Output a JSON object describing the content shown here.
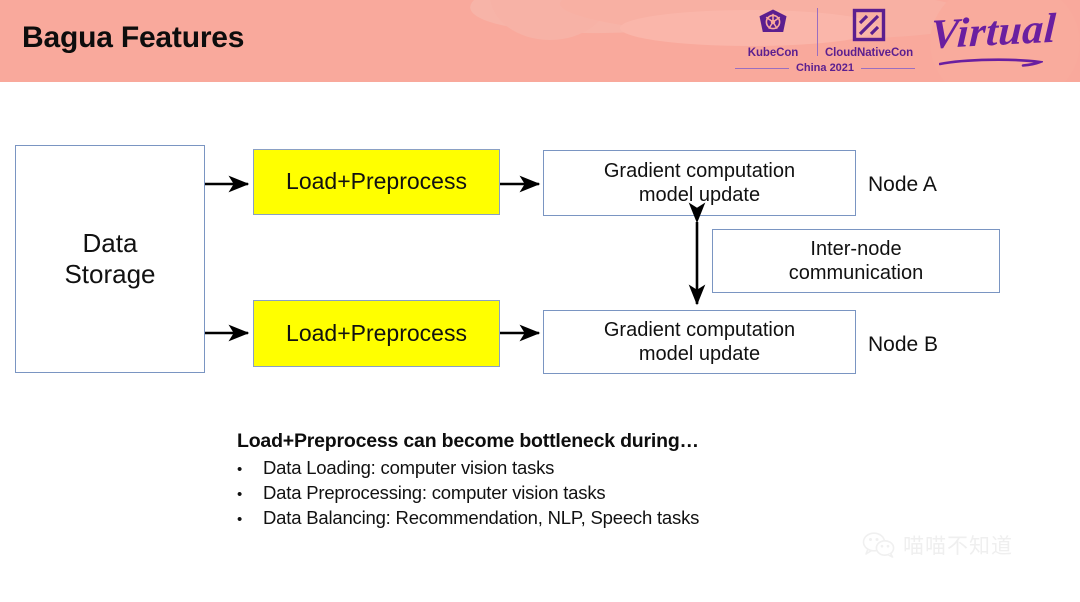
{
  "slide": {
    "title": "Bagua Features",
    "background_color": "#ffffff",
    "header_color": "#f9a99c"
  },
  "branding": {
    "kubecon": {
      "label": "KubeCon",
      "icon": "kubernetes-helm-icon"
    },
    "cloudnativecon": {
      "label": "CloudNativeCon",
      "icon": "cncf-square-icon"
    },
    "year": "China 2021",
    "virtual": "Virtual",
    "logo_color": "#5b1f8f"
  },
  "diagram": {
    "storage": {
      "line1": "Data",
      "line2": "Storage"
    },
    "load_a": "Load+Preprocess",
    "load_b": "Load+Preprocess",
    "gradient_a": {
      "line1": "Gradient computation",
      "line2": "model update"
    },
    "gradient_b": {
      "line1": "Gradient computation",
      "line2": "model update"
    },
    "internode": {
      "line1": "Inter-node",
      "line2": "communication"
    },
    "node_a": "Node A",
    "node_b": "Node B",
    "box_border_color": "#7a95c2",
    "highlight_color": "#ffff00"
  },
  "bullets": {
    "heading": "Load+Preprocess can become bottleneck during…",
    "marker": "•",
    "items": [
      "Data Loading: computer vision tasks",
      "Data Preprocessing: computer vision tasks",
      "Data Balancing: Recommendation, NLP, Speech tasks"
    ]
  },
  "watermark": {
    "text": "喵喵不知道",
    "icon": "wechat-icon"
  }
}
